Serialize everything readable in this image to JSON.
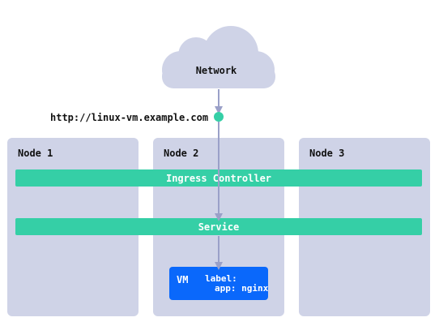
{
  "network": {
    "label": "Network"
  },
  "endpoint": {
    "url": "http://linux-vm.example.com"
  },
  "nodes": [
    {
      "label": "Node 1"
    },
    {
      "label": "Node 2"
    },
    {
      "label": "Node 3"
    }
  ],
  "ingress": {
    "label": "Ingress Controller"
  },
  "service": {
    "label": "Service"
  },
  "vm": {
    "title": "VM",
    "label_key": "label:",
    "label_value": "app: nginx"
  },
  "colors": {
    "cloud": "#cfd3e7",
    "node": "#cfd3e7",
    "bar": "#35cfa6",
    "vm": "#0a68fb",
    "arrow": "#9aa0c8",
    "dot": "#35cfa6",
    "text_dark": "#111111",
    "text_light": "#ffffff"
  }
}
